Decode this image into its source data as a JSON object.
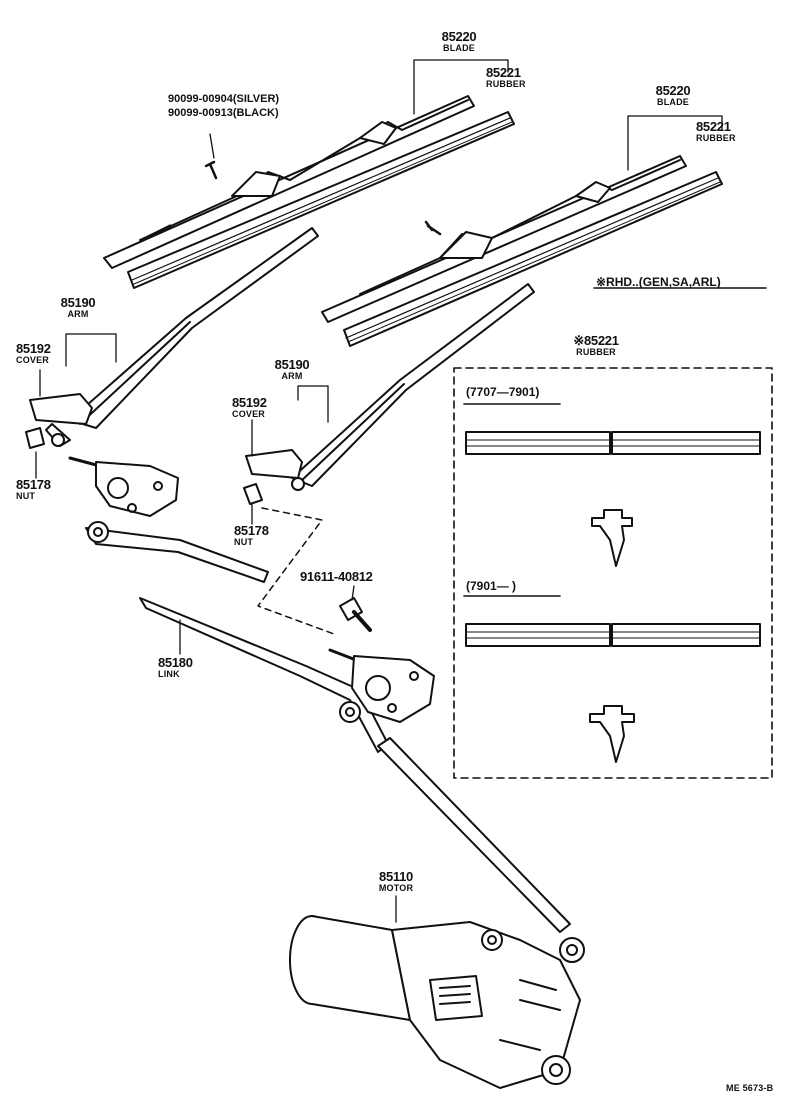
{
  "parts": {
    "blade_left": {
      "number": "85220",
      "name": "BLADE"
    },
    "rubber_left": {
      "number": "85221",
      "name": "RUBBER"
    },
    "screw_silver": "90099-00904(SILVER)",
    "screw_black": "90099-00913(BLACK)",
    "blade_right": {
      "number": "85220",
      "name": "BLADE"
    },
    "rubber_right": {
      "number": "85221",
      "name": "RUBBER"
    },
    "arm_left": {
      "number": "85190",
      "name": "ARM"
    },
    "cover_left": {
      "number": "85192",
      "name": "COVER"
    },
    "nut_left": {
      "number": "85178",
      "name": "NUT"
    },
    "arm_right": {
      "number": "85190",
      "name": "ARM"
    },
    "cover_right": {
      "number": "85192",
      "name": "COVER"
    },
    "nut_right": {
      "number": "85178",
      "name": "NUT"
    },
    "bolt": "91611-40812",
    "link": {
      "number": "85180",
      "name": "LINK"
    },
    "motor": {
      "number": "85110",
      "name": "MOTOR"
    },
    "inset_rubber": {
      "number": "※85221",
      "name": "RUBBER"
    }
  },
  "notes": {
    "rhd": "※RHD..(GEN,SA,ARL)",
    "period_1": "(7707—7901)",
    "period_2": "(7901—         )"
  },
  "drawing_code": "ME 5673-B",
  "colors": {
    "ink": "#111111",
    "paper": "#ffffff"
  }
}
